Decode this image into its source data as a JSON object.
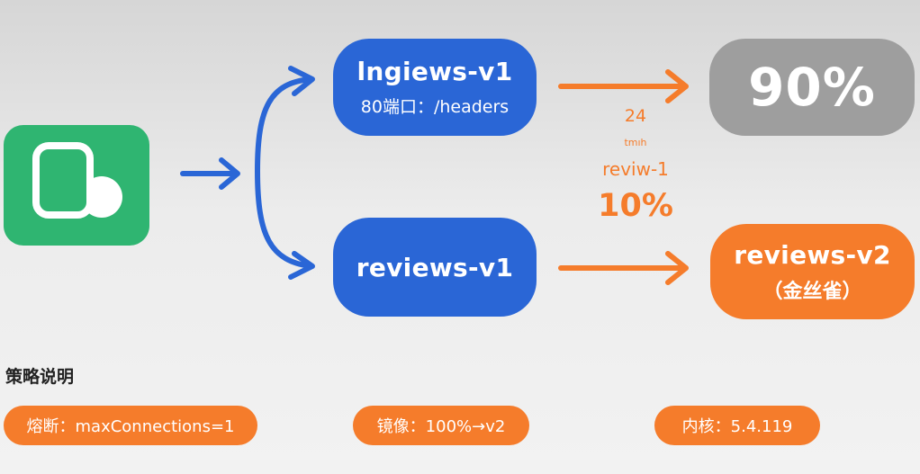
{
  "nodes": {
    "top": {
      "title": "lngiews-v1",
      "subtitle": "80端口：/headers"
    },
    "bottom": {
      "title": "reviews-v1"
    },
    "gray": {
      "value": "90%"
    },
    "orange": {
      "title": "reviews-v2",
      "subtitle": "（金丝雀）"
    }
  },
  "middle": {
    "num": "24",
    "small": "tmıh",
    "label": "reviw-1",
    "percent": "10%"
  },
  "section": {
    "title": "策略说明"
  },
  "pills": [
    "熔断：maxConnections=1",
    "镜像：100%→v2",
    "内核：5.4.119"
  ],
  "colors": {
    "blue": "#2a66d6",
    "orange": "#f57c2b",
    "green": "#2fb571",
    "gray": "#9e9e9e"
  },
  "icons": [
    "app-icon"
  ]
}
